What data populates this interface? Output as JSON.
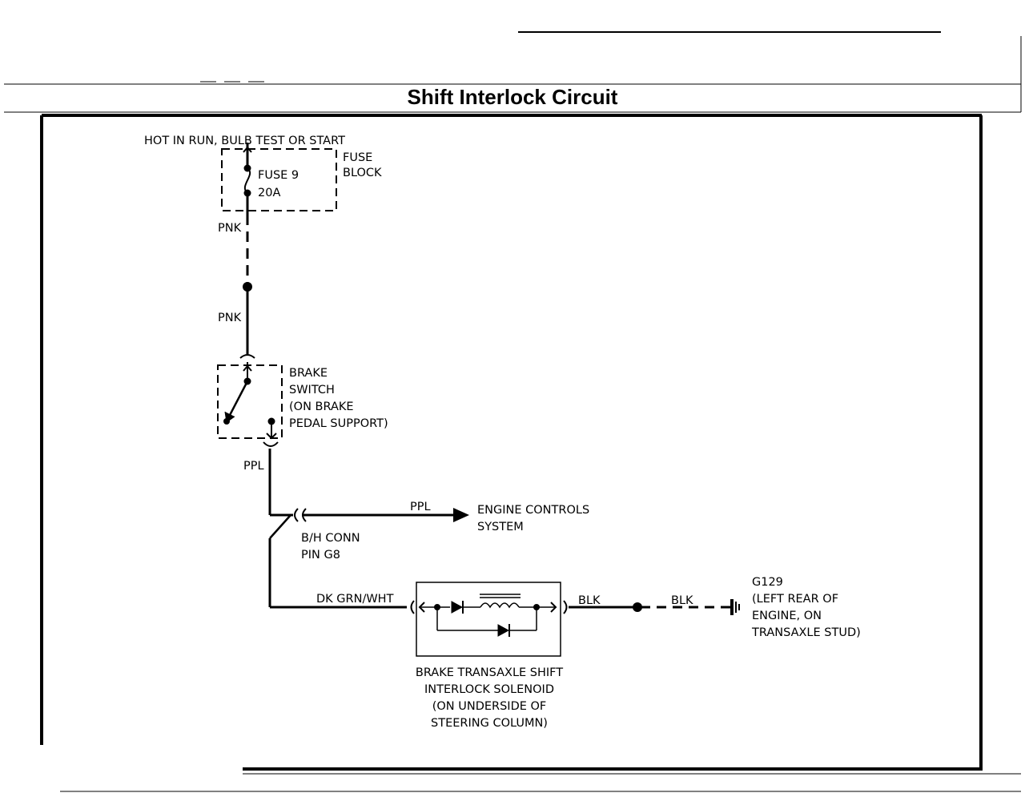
{
  "title": "Shift Interlock Circuit",
  "labels": {
    "power_source": "HOT IN RUN, BULB TEST OR START",
    "fuse_name": "FUSE 9",
    "fuse_rating": "20A",
    "fuse_block_1": "FUSE",
    "fuse_block_2": "BLOCK",
    "wire_pnk_1": "PNK",
    "wire_pnk_2": "PNK",
    "brake_switch_1": "BRAKE",
    "brake_switch_2": "SWITCH",
    "brake_switch_3": "(ON BRAKE",
    "brake_switch_4": "PEDAL SUPPORT)",
    "wire_ppl_1": "PPL",
    "wire_ppl_2": "PPL",
    "ecs_1": "ENGINE CONTROLS",
    "ecs_2": "SYSTEM",
    "conn_1": "B/H CONN",
    "conn_2": "PIN G8",
    "wire_dkgrn": "DK GRN/WHT",
    "wire_blk_1": "BLK",
    "wire_blk_2": "BLK",
    "ground_1": "G129",
    "ground_2": "(LEFT REAR OF",
    "ground_3": "ENGINE, ON",
    "ground_4": "TRANSAXLE STUD)",
    "solenoid_1": "BRAKE TRANSAXLE SHIFT",
    "solenoid_2": "INTERLOCK SOLENOID",
    "solenoid_3": "(ON UNDERSIDE OF",
    "solenoid_4": "STEERING COLUMN)"
  }
}
